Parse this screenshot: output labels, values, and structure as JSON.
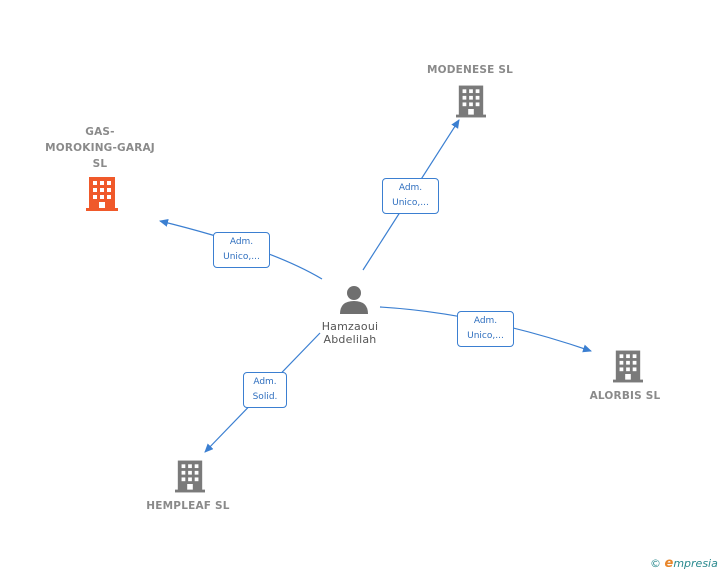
{
  "colors": {
    "edge": "#3b7fd1",
    "building": "#7a7a7a",
    "highlight": "#f0592a",
    "person": "#6f6f6f"
  },
  "nodes": {
    "center": {
      "name": "Hamzaoui\nAbdelilah",
      "icon": "person-icon"
    },
    "gas": {
      "name": "GAS-\nMOROKING-GARAJ\nSL",
      "icon": "building-icon"
    },
    "modenese": {
      "name": "MODENESE  SL",
      "icon": "building-icon"
    },
    "alorbis": {
      "name": "ALORBIS  SL",
      "icon": "building-icon"
    },
    "hempleaf": {
      "name": "HEMPLEAF  SL",
      "icon": "building-icon"
    }
  },
  "edges": {
    "gas": {
      "line1": "Adm.",
      "line2": "Unico,..."
    },
    "modenese": {
      "line1": "Adm.",
      "line2": "Unico,..."
    },
    "alorbis": {
      "line1": "Adm.",
      "line2": "Unico,..."
    },
    "hempleaf": {
      "line1": "Adm.",
      "line2": "Solid."
    }
  },
  "footer": {
    "copyright": "©",
    "brand_e": "e",
    "brand_rest": "mpresia"
  }
}
